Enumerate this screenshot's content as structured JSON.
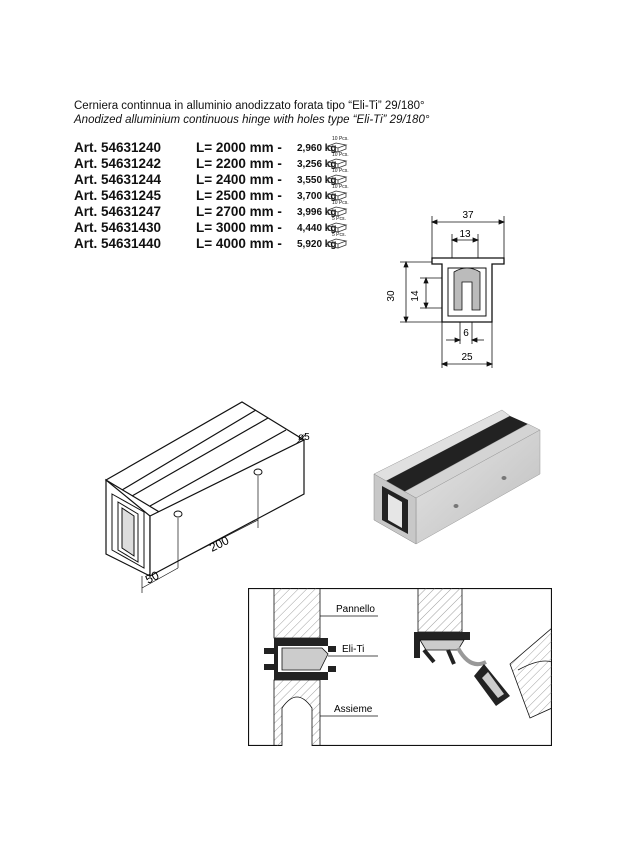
{
  "title_it": "Cerniera continnua in alluminio anodizzato forata tipo “Eli-Ti” 29/180°",
  "title_en": "Anodized alluminium continuous hinge with holes type “Eli-Ti” 29/180°",
  "articles": [
    {
      "art": "Art. 54631240",
      "length": "L= 2000 mm -",
      "weight": "2,960 kg",
      "pack": "10 Pcs."
    },
    {
      "art": "Art. 54631242",
      "length": "L= 2200 mm -",
      "weight": "3,256 kg",
      "pack": "10 Pcs."
    },
    {
      "art": "Art. 54631244",
      "length": "L= 2400 mm -",
      "weight": "3,550 kg",
      "pack": "10 Pcs."
    },
    {
      "art": "Art. 54631245",
      "length": "L= 2500 mm -",
      "weight": "3,700 kg",
      "pack": "10 Pcs."
    },
    {
      "art": "Art. 54631247",
      "length": "L= 2700 mm -",
      "weight": "3,996 kg",
      "pack": "10 Pcs."
    },
    {
      "art": "Art. 54631430",
      "length": "L= 3000 mm -",
      "weight": "4,440 kg",
      "pack": "5 Pcs."
    },
    {
      "art": "Art. 54631440",
      "length": "L= 4000 mm -",
      "weight": "5,920 kg",
      "pack": "5 Pcs."
    }
  ],
  "section_dims": {
    "width": "37",
    "inner": "13",
    "height": "30",
    "depth": "14",
    "slot": "6",
    "base": "25"
  },
  "iso_dims": {
    "hole": "ø5",
    "spacing": "200",
    "offset": "50"
  },
  "assembly_labels": {
    "pannello": "Pannello",
    "eliti": "Eli-Ti",
    "assieme": "Assieme"
  },
  "colors": {
    "ink": "#111111",
    "gasket": "#222222",
    "aluminium": "#d9d9d9",
    "hatch": "#777777"
  }
}
